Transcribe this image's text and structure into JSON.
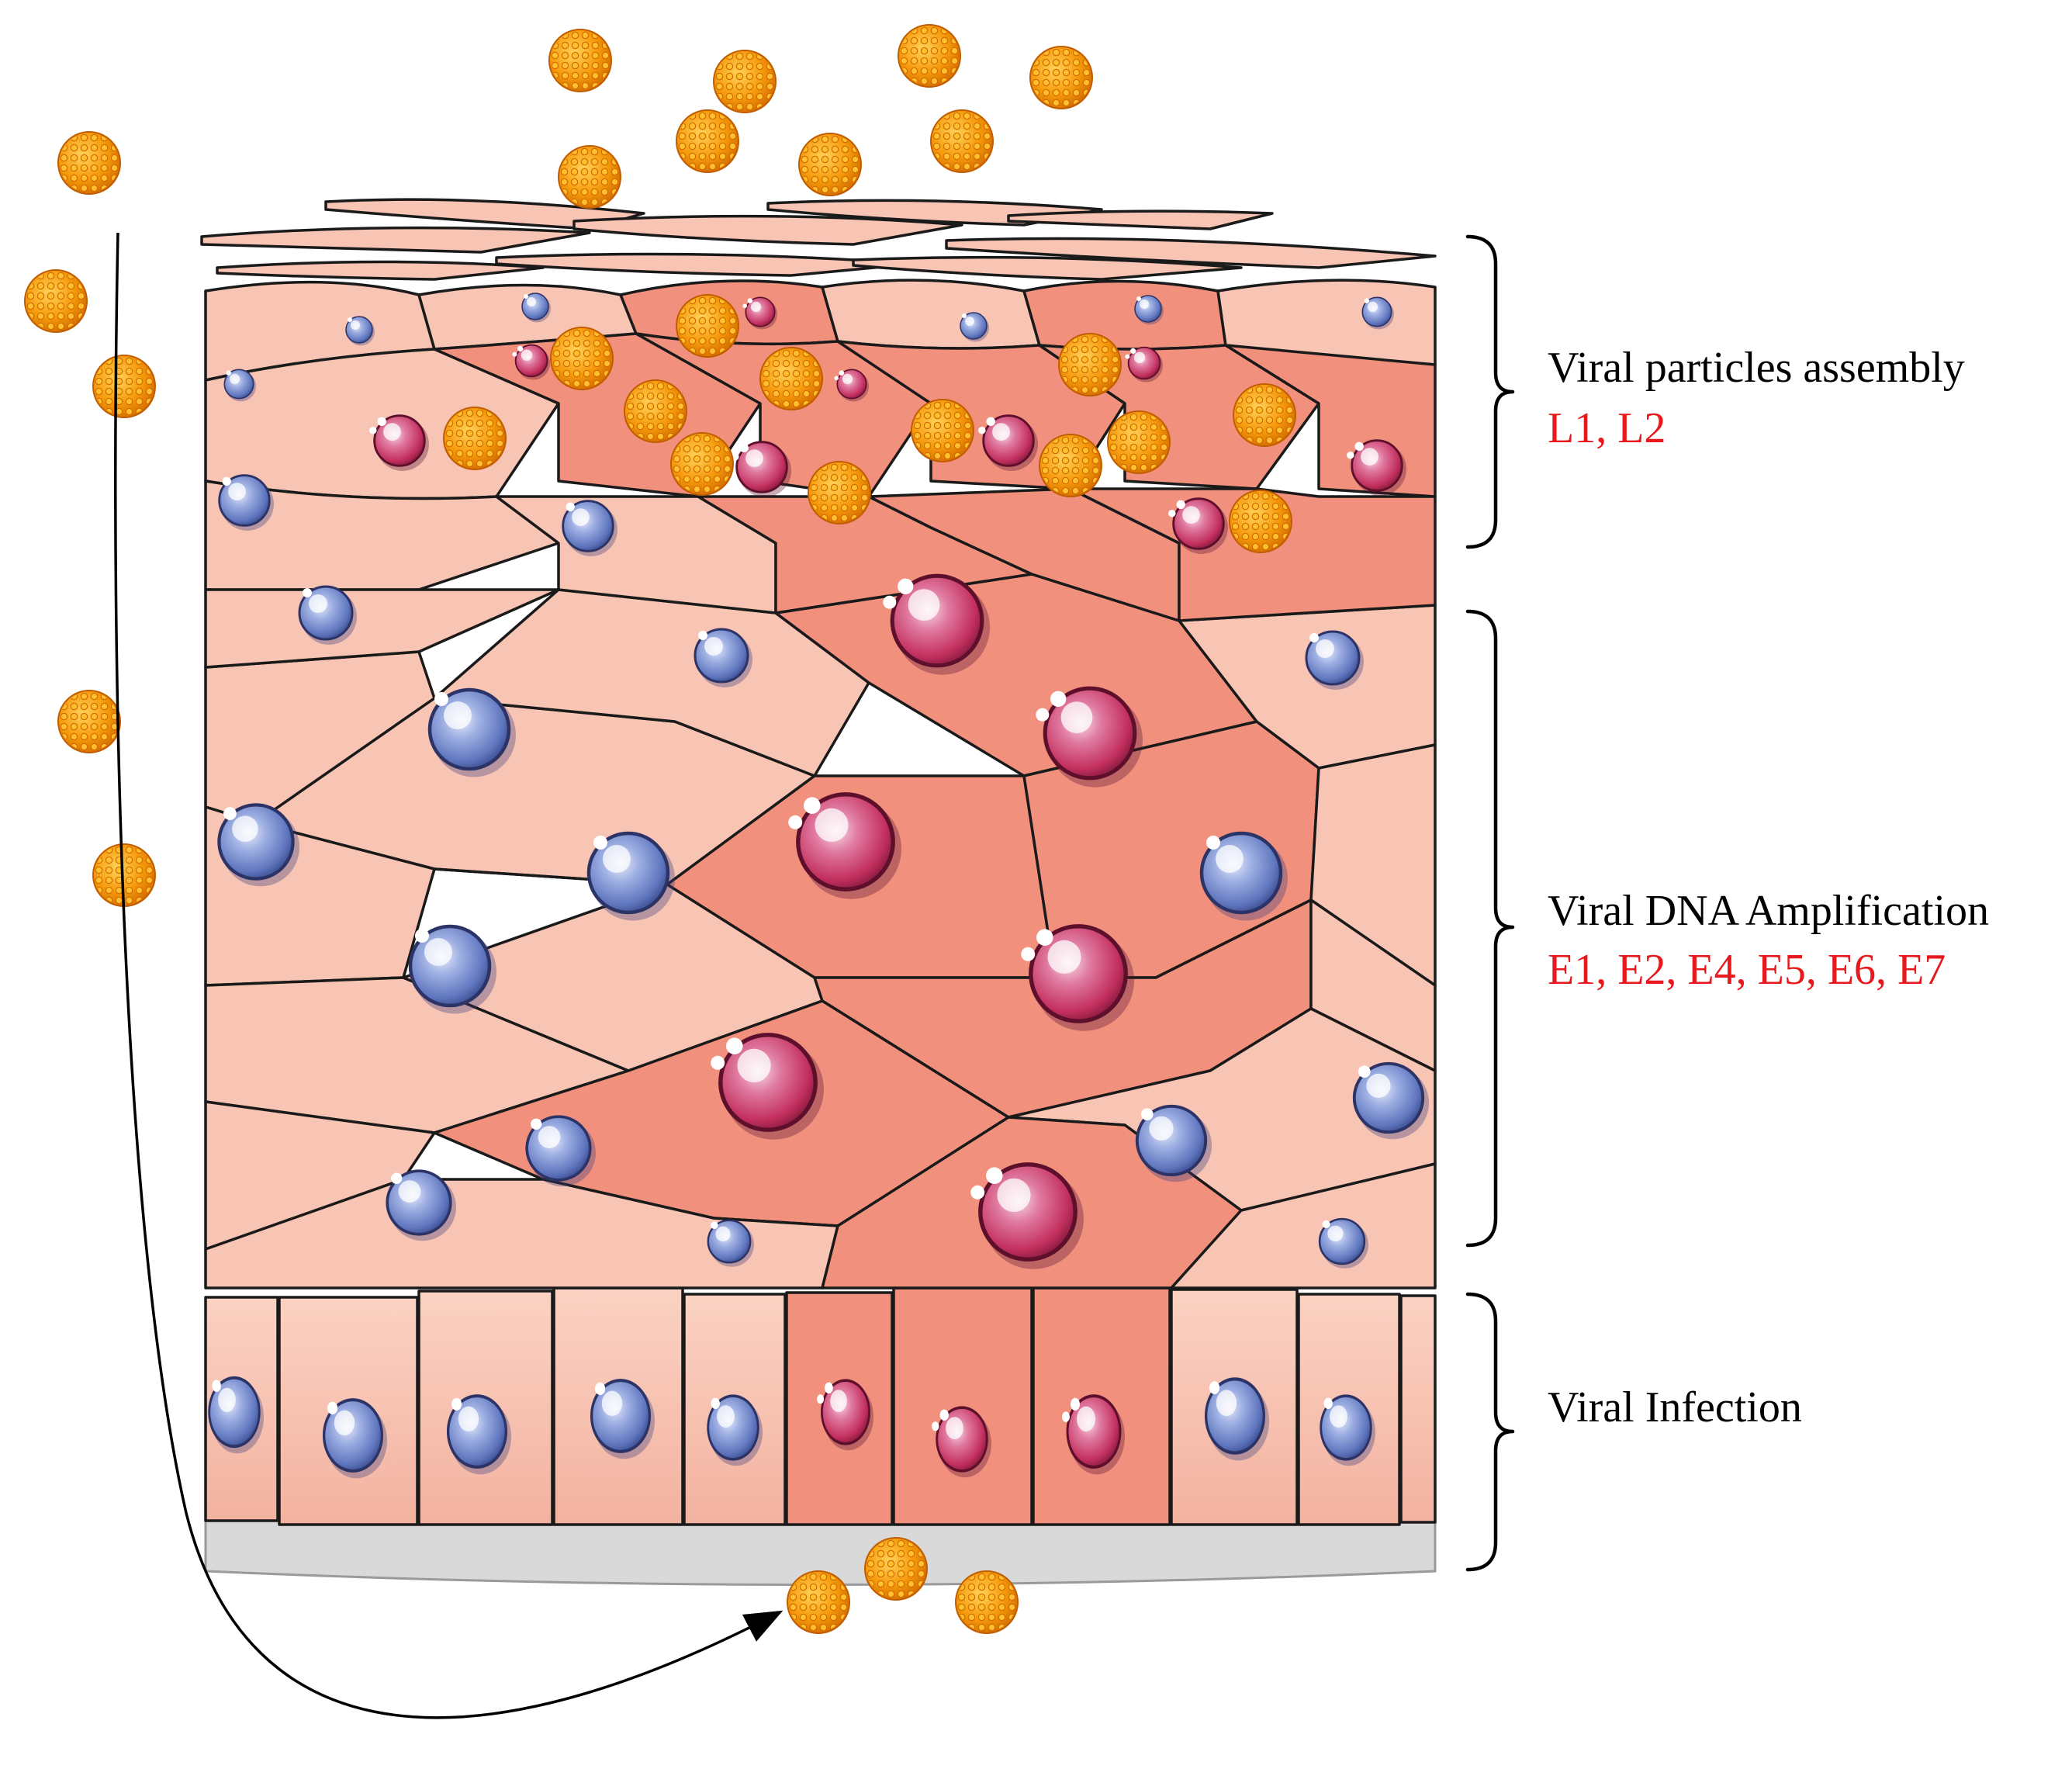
{
  "figure": {
    "labels": [
      {
        "id": "assembly",
        "title": "Viral particles assembly",
        "genes": "L1, L2"
      },
      {
        "id": "amplification",
        "title": "Viral DNA Amplification",
        "genes": "E1, E2, E4, E5, E6, E7"
      },
      {
        "id": "infection",
        "title": "Viral Infection",
        "genes": ""
      }
    ],
    "colors": {
      "gene_text": "#e8191c",
      "virus_particle": "#f59a0b",
      "normal_nucleus": "#6f86c8",
      "infected_nucleus": "#c63a6a",
      "normal_cell": "#f8c4b4",
      "infected_cell": "#f2907e",
      "basement_membrane": "#d9d9d9"
    },
    "icons": [
      "virus-particle-icon",
      "cell-nucleus-icon",
      "infection-path-arrow"
    ]
  }
}
